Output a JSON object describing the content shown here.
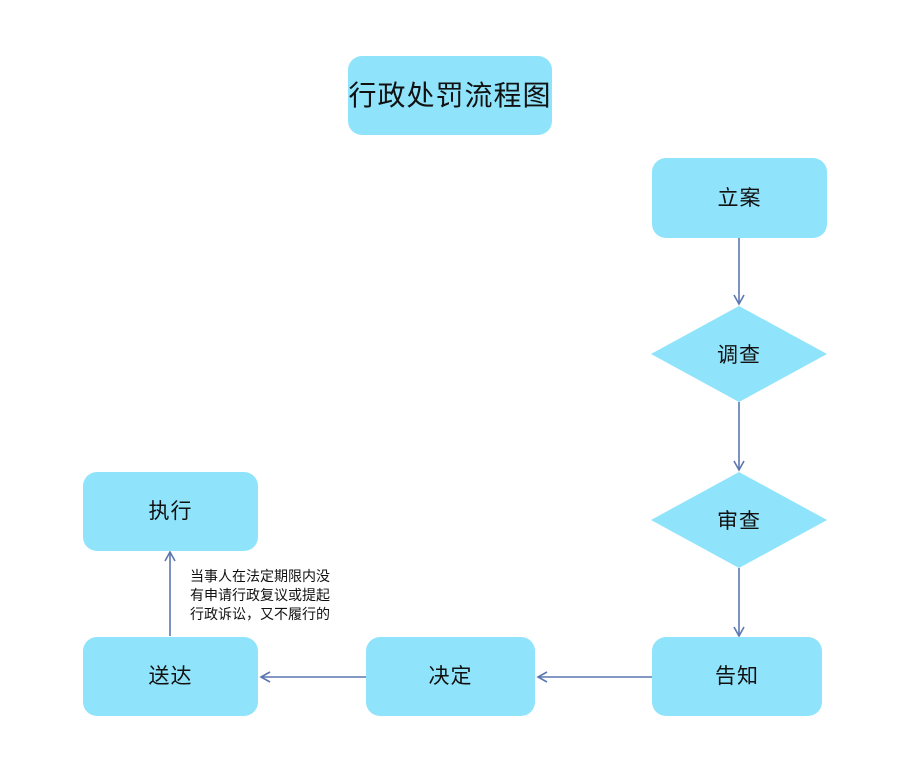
{
  "title": "行政处罚流程图",
  "nodes": {
    "filing": "立案",
    "investigation": "调查",
    "review": "审查",
    "notification": "告知",
    "decision": "决定",
    "service": "送达",
    "execution": "执行"
  },
  "note_lines": [
    "当事人在法定期限内没",
    "有申请行政复议或提起",
    "行政诉讼，又不履行的"
  ],
  "colors": {
    "node_fill": "#8fe3fb",
    "connector": "#5b77b0",
    "text": "#111111"
  }
}
